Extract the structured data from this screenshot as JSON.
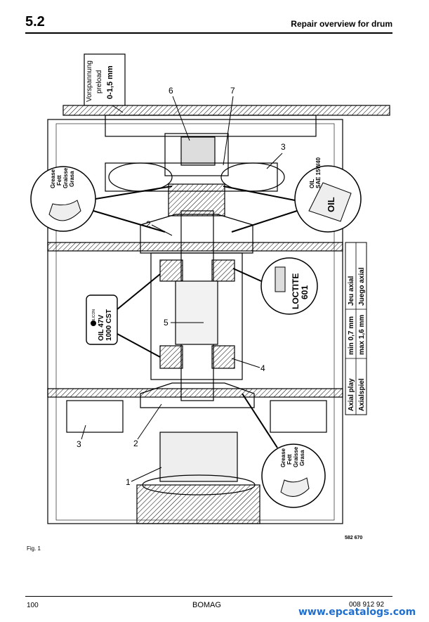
{
  "header": {
    "section_number": "5.2",
    "title": "Repair overview for drum"
  },
  "preload_box": {
    "line1": "Vorspannung",
    "line2": "preload",
    "line3": "0-1,5 mm"
  },
  "callouts": {
    "c1": "1",
    "c2": "2",
    "c3": "3",
    "c4": "4",
    "c5": "5",
    "c6": "6",
    "c7": "7"
  },
  "grease_label": {
    "line1": "Grease",
    "line2": "Fett",
    "line3": "Graisse",
    "line4": "Grasa"
  },
  "oil_label": {
    "line1": "OIL",
    "line2": "SAE 15W40",
    "can_text": "OIL"
  },
  "silicon_label": {
    "brand": "SILICON",
    "line1": "OIL 47V",
    "line2": "1000 CST"
  },
  "loctite_label": {
    "line1": "LOCTITE",
    "line2": "601"
  },
  "axial_table": {
    "row1": [
      "Axial play",
      "min 0,7 mm",
      "Jeu axial"
    ],
    "row2": [
      "Axialspiel",
      "max 1,6 mm",
      "Juego axial"
    ]
  },
  "figure": {
    "label": "Fig. 1",
    "drawing_number": "582 670"
  },
  "footer": {
    "page": "100",
    "brand": "BOMAG",
    "doc_number": "008 912 92"
  },
  "watermark": "www.epcatalogs.com",
  "colors": {
    "watermark": "#1f6fd0"
  }
}
